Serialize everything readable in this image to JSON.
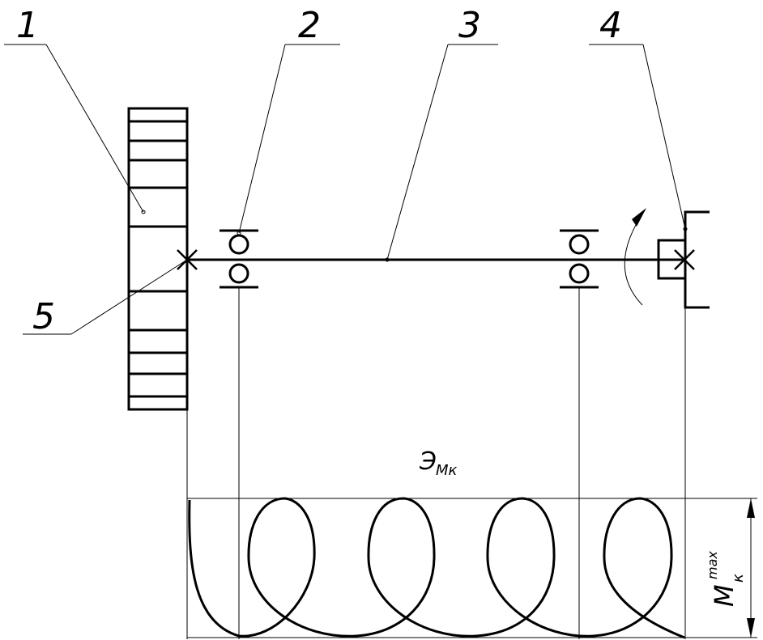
{
  "callouts": {
    "label_1": "1",
    "label_2": "2",
    "label_3": "3",
    "label_4": "4",
    "label_5": "5"
  },
  "diagram": {
    "curve_label_main": "Э",
    "curve_label_sub": "Мк",
    "dimension_label_main": "М",
    "dimension_label_sub": "к",
    "dimension_label_sup": "max"
  }
}
